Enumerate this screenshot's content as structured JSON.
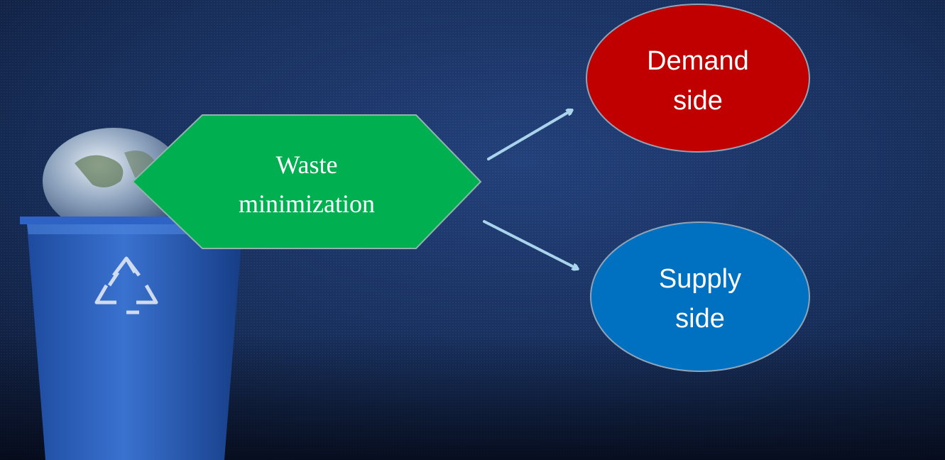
{
  "colors": {
    "background_dark": "#0f1d3a",
    "background_mid": "#1c3566",
    "hexagon_fill": "#00b050",
    "demand_fill": "#c00000",
    "supply_fill": "#0070c0",
    "arrow": "#a9d4ec",
    "bin": "#2a5fc0"
  },
  "illustration": {
    "bin_icon": "recycle-bin-with-globe-icon",
    "symbol_icon": "recycle-symbol-icon"
  },
  "diagram": {
    "center_node": {
      "line1": "Waste",
      "line2": "minimization"
    },
    "demand_node": {
      "line1": "Demand",
      "line2": "side"
    },
    "supply_node": {
      "line1": "Supply",
      "line2": "side"
    }
  }
}
